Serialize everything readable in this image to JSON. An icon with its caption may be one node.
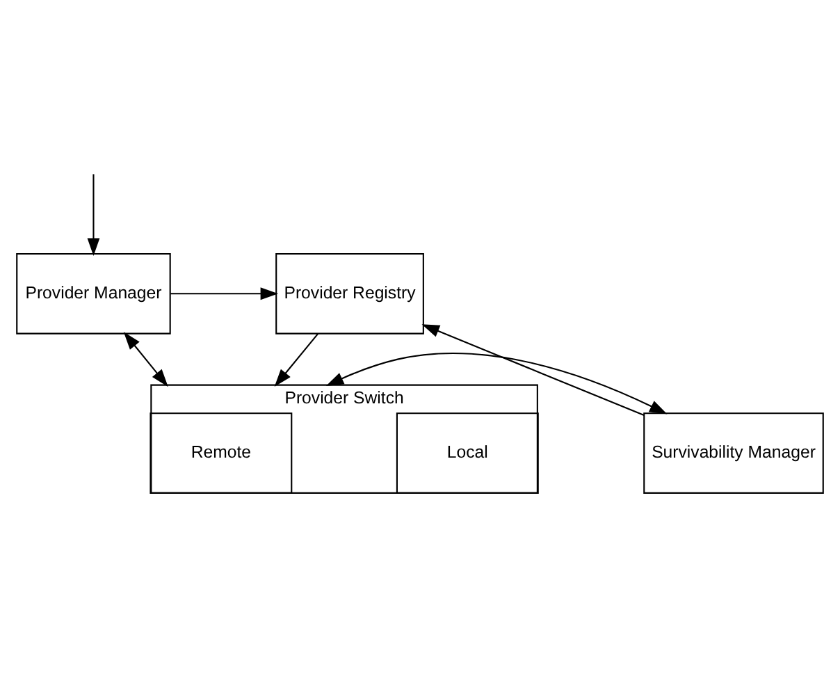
{
  "diagram": {
    "nodes": [
      {
        "text": [
          "Provider Manager"
        ]
      },
      {
        "text": [
          "Provider Registry"
        ]
      },
      {
        "text": [
          "Provider Switch"
        ]
      },
      {
        "text": [
          "Local"
        ],
        "in": 2
      },
      {
        "text": [
          "Remote"
        ],
        "in": 2
      },
      {
        "text": [
          "Survivability Manager"
        ]
      }
    ],
    "edges": [
      {
        "from": null,
        "to": 0,
        "arrow": "to"
      },
      {
        "from": 0,
        "to": 1,
        "arrow": "to"
      },
      {
        "from": 1,
        "to": 2,
        "arrow": "to"
      },
      {
        "from": 0,
        "to": 2,
        "arrow": "both"
      },
      {
        "from": 5,
        "to": 2,
        "arrow": "both"
      },
      {
        "from": 5,
        "to": 1,
        "arrow": "to"
      }
    ]
  }
}
